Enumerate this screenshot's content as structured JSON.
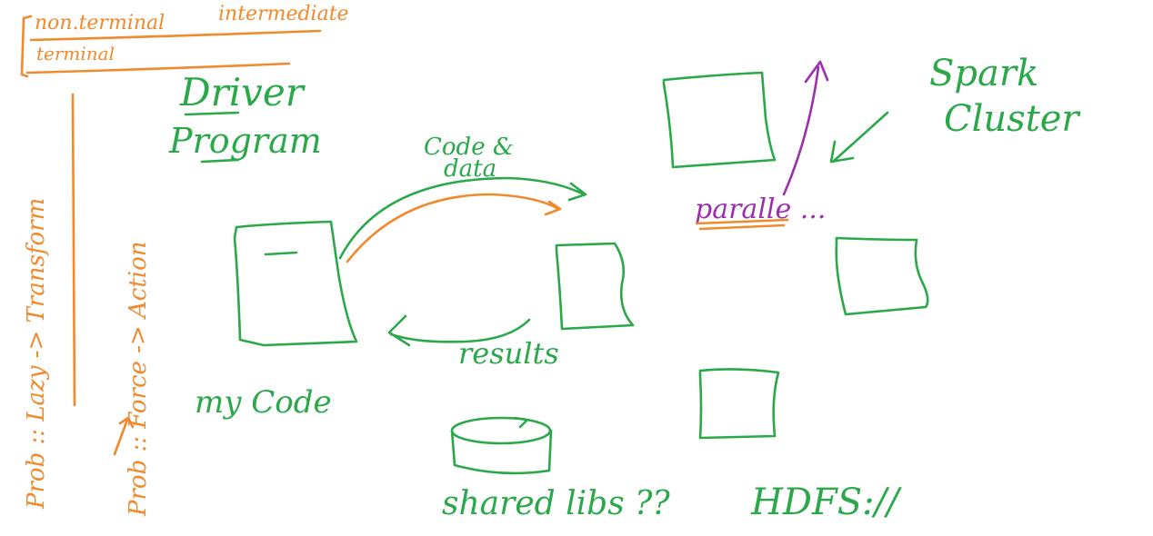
{
  "colors": {
    "green": "#2aa84a",
    "orange": "#f08a2c",
    "purple": "#9b2fae",
    "background": "#ffffff"
  },
  "labels": {
    "non_terminal": "non.terminal",
    "intermediate": "intermediate",
    "terminal": "terminal",
    "lazy_transform": "Prob :: Lazy -> Transform",
    "force_action": "Prob :: Force -> Action",
    "driver": "Driver",
    "program": "Program",
    "code_data_line1": "Code &",
    "code_data_line2": "data",
    "my_code": "my Code",
    "results": "results",
    "parallel": "paralle ...",
    "spark": "Spark",
    "cluster": "Cluster",
    "shared_libs": "shared libs ??",
    "hdfs": "HDFS://"
  }
}
